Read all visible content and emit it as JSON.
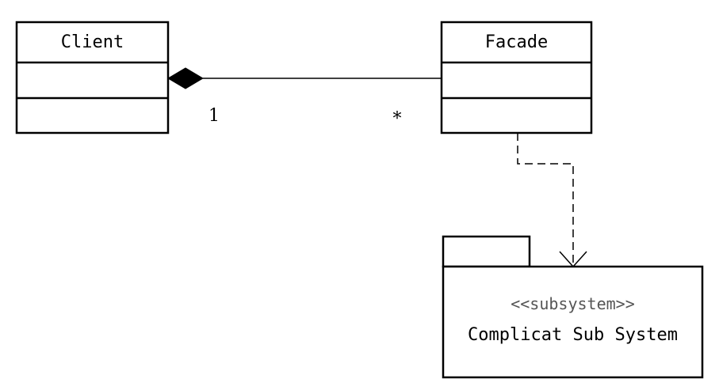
{
  "diagram": {
    "client_class": {
      "name": "Client"
    },
    "facade_class": {
      "name": "Facade"
    },
    "association": {
      "type": "composition",
      "client_multiplicity": "1",
      "facade_multiplicity": "*"
    },
    "subsystem_package": {
      "stereotype": "<<subsystem>>",
      "name": "Complicat Sub System"
    },
    "dependency": {
      "from": "Facade",
      "to": "Complicat Sub System",
      "style": "dashed"
    }
  }
}
